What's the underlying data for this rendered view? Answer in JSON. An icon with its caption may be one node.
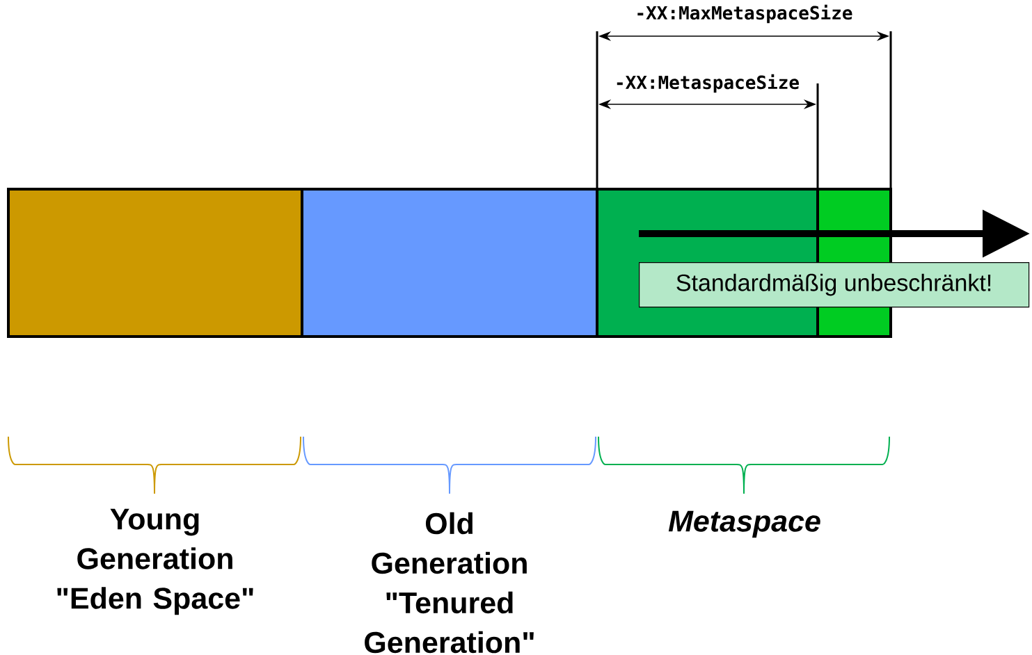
{
  "diagram": {
    "nodes": [
      {
        "text": [
          "Standardmäßig unbeschränkt!"
        ]
      }
    ],
    "labels": [
      "-XX:MaxMetaspaceSize",
      "-XX:MetaspaceSize",
      "Young Generation \"Eden Space\"",
      "Old Generation \"Tenured Generation\"",
      "Metaspace"
    ]
  }
}
